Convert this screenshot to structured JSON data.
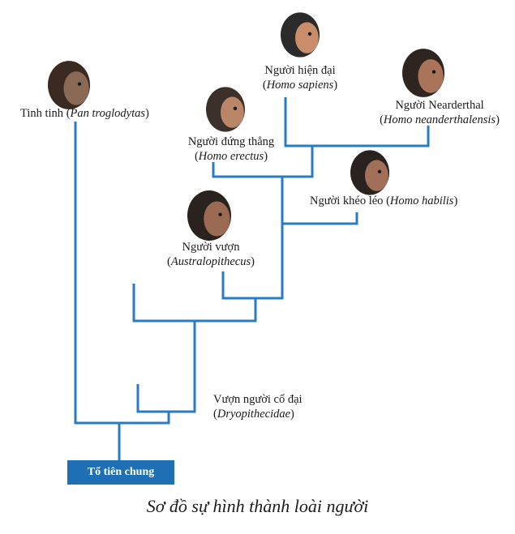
{
  "colors": {
    "branch": "#2a7bc4",
    "root_box": "#1f6fb5",
    "skin": "#c98d6b",
    "hair": "#2b2b2b"
  },
  "root": {
    "label": "Tổ tiên chung"
  },
  "caption": "Sơ đồ sự hình thành loài người",
  "nodes": {
    "chimp": {
      "name": "Tinh tinh",
      "sci": "Pan troglodytas",
      "icon": "chimpanzee-head-icon"
    },
    "sapiens": {
      "name": "Người hiện đại",
      "sci": "Homo sapiens",
      "icon": "modern-human-head-icon"
    },
    "neanderthal": {
      "name": "Người Nearderthal",
      "sci": "Homo neanderthalensis",
      "icon": "neanderthal-head-icon"
    },
    "erectus": {
      "name": "Người đứng thẳng",
      "sci": "Homo erectus",
      "icon": "homo-erectus-head-icon"
    },
    "habilis": {
      "name": "Người khéo léo",
      "sci": "Homo habilis",
      "icon": "homo-habilis-head-icon"
    },
    "australo": {
      "name": "Người vượn",
      "sci": "Australopithecus",
      "icon": "australopithecus-head-icon"
    },
    "dryo": {
      "name": "Vượn người cổ đại",
      "sci": "Dryopithecidae"
    }
  }
}
